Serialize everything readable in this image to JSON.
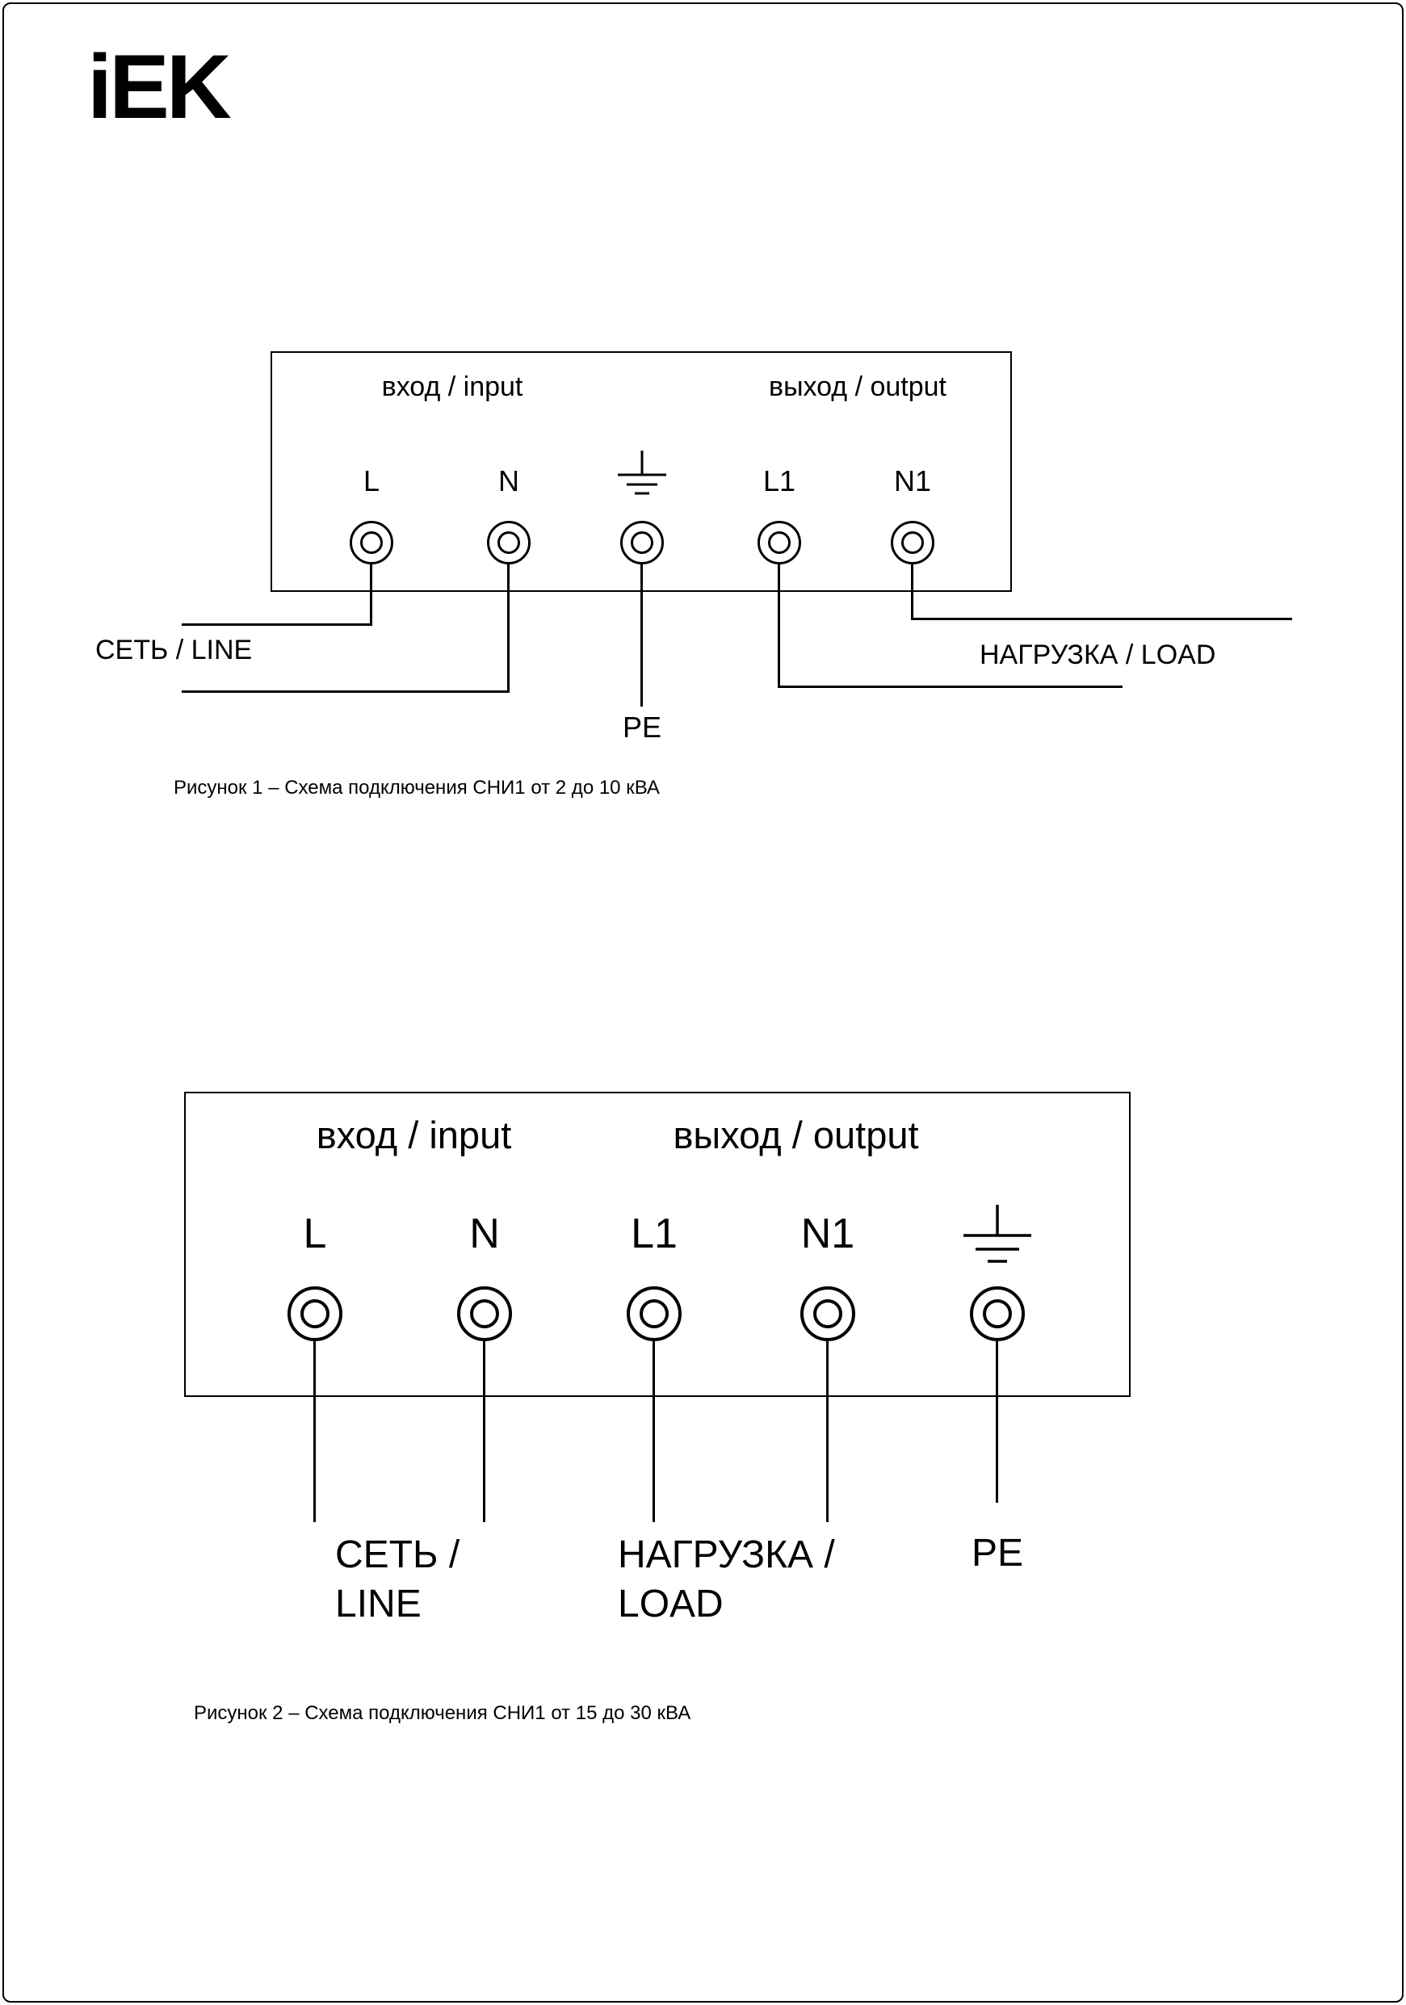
{
  "colors": {
    "ink": "#000000",
    "paper": "#ffffff"
  },
  "logo": {
    "text": "iEK"
  },
  "figure1": {
    "input_label": "вход / input",
    "output_label": "выход / output",
    "terminals": [
      "L",
      "N",
      "L1",
      "N1"
    ],
    "ground_icon": "earth-ground-icon",
    "line_label": "СЕТЬ / LINE",
    "load_label": "НАГРУЗКА / LOAD",
    "pe_label": "PE",
    "caption": "Рисунок 1 – Схема подключения СНИ1 от 2 до 10 кВА"
  },
  "figure2": {
    "input_label": "вход / input",
    "output_label": "выход / output",
    "terminals": [
      "L",
      "N",
      "L1",
      "N1"
    ],
    "ground_icon": "earth-ground-icon",
    "line_label": [
      "СЕТЬ /",
      "LINE"
    ],
    "load_label": [
      "НАГРУЗКА /",
      "LOAD"
    ],
    "pe_label": "PE",
    "caption": "Рисунок 2 – Схема подключения СНИ1 от 15 до 30 кВА"
  }
}
